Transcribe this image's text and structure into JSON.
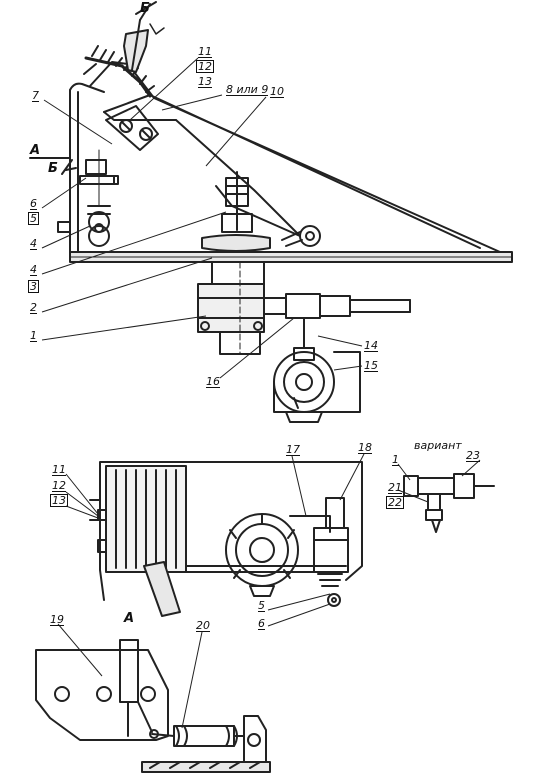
{
  "drawing": {
    "view_arrow": "Б",
    "section_mark": "А",
    "section_arrow": "Б",
    "detail_title": "А",
    "variant_title": "вариант",
    "callouts": {
      "c1_top": "1",
      "c2": "2",
      "c3": "3",
      "c4_upper": "4",
      "c4_lower": "4",
      "c5_top": "5",
      "c6_top": "6",
      "c7": "7",
      "c8or9": "8 или 9",
      "c10": "10",
      "c11_top": "11",
      "c12_top": "12",
      "c13_top": "13",
      "c14": "14",
      "c15": "15",
      "c16": "16",
      "c11_mid": "11",
      "c12_mid": "12",
      "c13_mid": "13",
      "c17": "17",
      "c18": "18",
      "c5_mid": "5",
      "c6_mid": "6",
      "c19": "19",
      "c20": "20",
      "c1_var": "1",
      "c23": "23",
      "c21": "21",
      "c22": "22"
    }
  }
}
